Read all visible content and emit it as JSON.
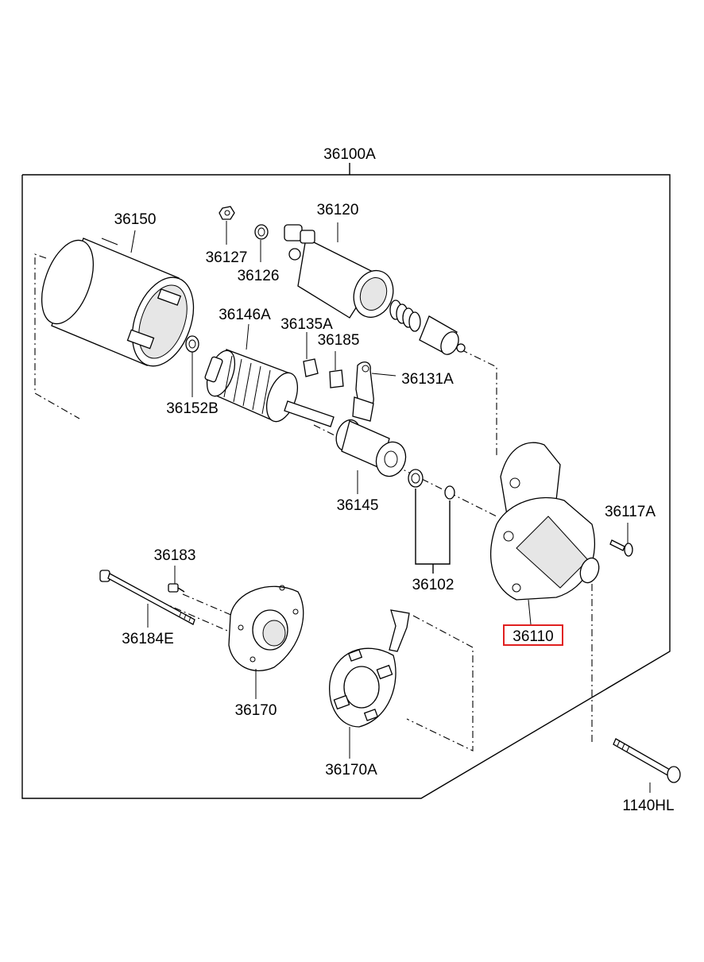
{
  "parts": {
    "assembly": "36100A",
    "yoke": "36150",
    "solenoid": "36120",
    "nut": "36127",
    "washer_126": "36126",
    "armature": "36146A",
    "brush_a": "36135A",
    "brush_b": "36185",
    "lever": "36131A",
    "washer_152": "36152B",
    "pinion": "36145",
    "bolt_117": "36117A",
    "ring_set": "36102",
    "screw_183": "36183",
    "through_bolt": "36184E",
    "housing": "36110",
    "end_frame": "36170",
    "brush_holder": "36170A",
    "bolt_1140": "1140HL"
  },
  "colors": {
    "line": "#000000",
    "highlight": "#e02020",
    "background": "#ffffff"
  }
}
